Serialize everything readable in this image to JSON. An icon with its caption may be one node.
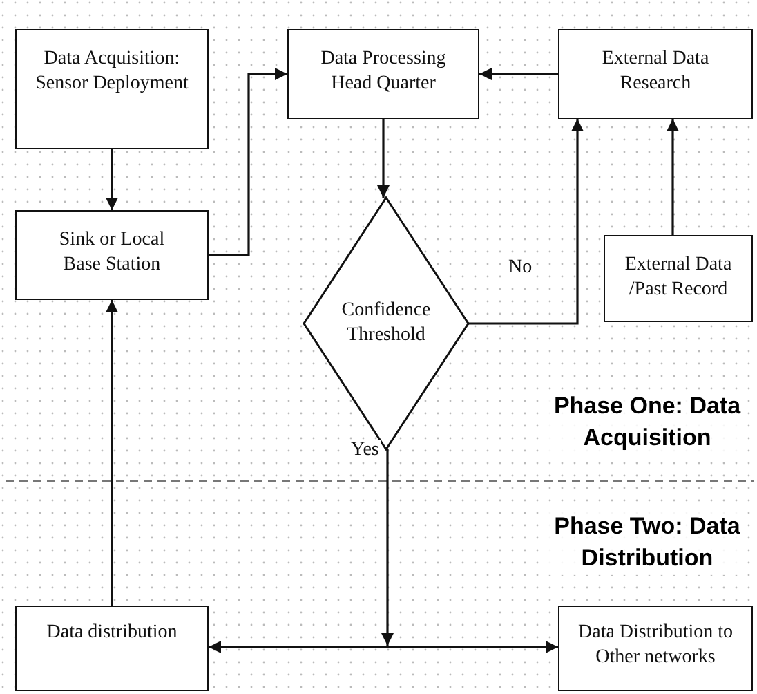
{
  "diagram": {
    "nodes": [
      {
        "text": [
          "Data Acquisition: Sensor Deployment"
        ]
      },
      {
        "text": [
          "Data Processing Head Quarter"
        ]
      },
      {
        "text": [
          "External Data Research"
        ]
      },
      {
        "text": [
          "Sink or Local Base Station"
        ]
      },
      {
        "text": [
          "Confidence Threshold"
        ]
      },
      {
        "text": [
          "External Data /Past Record"
        ]
      },
      {
        "text": [
          "Data distribution"
        ]
      },
      {
        "text": [
          "Data Distribution to Other networks"
        ]
      }
    ],
    "edges": [
      {
        "from": 0,
        "to": 3,
        "arrow": "to"
      },
      {
        "from": 3,
        "to": 1,
        "arrow": "to"
      },
      {
        "from": 2,
        "to": 1,
        "arrow": "to"
      },
      {
        "from": 1,
        "to": 4,
        "arrow": "to"
      },
      {
        "from": 4,
        "to": 2,
        "arrow": "to",
        "label": "No"
      },
      {
        "from": 5,
        "to": 2,
        "arrow": "to"
      },
      {
        "from": 6,
        "to": 3,
        "arrow": "to"
      },
      {
        "from": 4,
        "to": null,
        "arrow": "to",
        "label": "Yes"
      },
      {
        "from": 6,
        "to": 7,
        "arrow": "both"
      }
    ],
    "labels": [
      "Phase One: Data Acquisition",
      "Phase Two: Data Distribution"
    ]
  }
}
